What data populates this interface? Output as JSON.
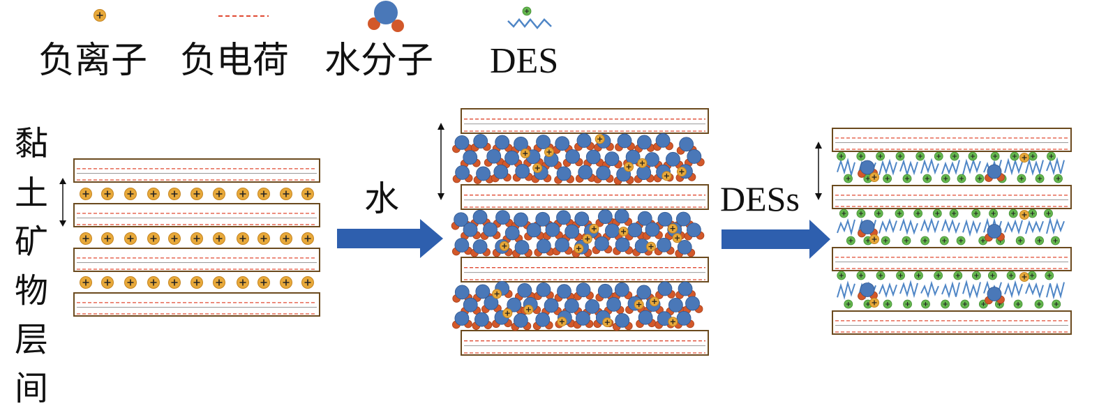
{
  "legend": {
    "cation": "负离子",
    "negative_charge": "负电荷",
    "water_molecule": "水分子",
    "des": "DES"
  },
  "side_label": "黏土矿物层间",
  "arrows": {
    "water": "水",
    "dess": "DESs"
  },
  "colors": {
    "cation": "#E8A93A",
    "oxygen": "#4A78B8",
    "hydrogen": "#D2582A",
    "des_head": "#64B64E",
    "des_chain": "#4F86C6",
    "layer_border": "#6B4A1E",
    "charge_line": "#E04A32",
    "arrow": "#2E5FAE"
  },
  "icons": {
    "cation": "plus-circle-icon",
    "charge": "dashed-line-icon",
    "water": "water-molecule-icon",
    "des": "zigzag-chain-icon"
  }
}
